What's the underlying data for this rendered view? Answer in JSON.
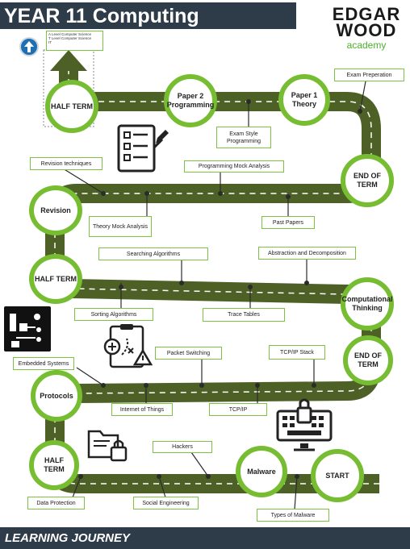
{
  "header": {
    "title": "YEAR 11 Computing"
  },
  "logo": {
    "line1": "EDGAR",
    "line2": "WOOD",
    "line3": "academy"
  },
  "subjects_box": {
    "lines": [
      "A Level Computer Science",
      "T Level Computer Science",
      "IT"
    ]
  },
  "footer": {
    "title": "LEARNING JOURNEY"
  },
  "milestones": {
    "half_term_top": "HALF TERM",
    "paper2": "Paper 2 Programming",
    "paper1": "Paper 1 Theory",
    "end_of_term_1": "END OF TERM",
    "revision": "Revision",
    "half_term_mid": "HALF TERM",
    "computational_thinking": "Computational Thinking",
    "end_of_term_2": "END OF TERM",
    "protocols": "Protocols",
    "half_term_bottom": "HALF TERM",
    "malware": "Malware",
    "start": "START"
  },
  "topics": {
    "exam_preparation": "Exam Preperation",
    "exam_style_programming": "Exam Style Programming",
    "revision_techniques": "Revision techniques",
    "programming_mock_analysis": "Programming Mock Analysis",
    "theory_mock_analysis": "Theory Mock Analysis",
    "past_papers": "Past Papers",
    "searching_algorithms": "Searching Algorithms",
    "abstraction_decomposition": "Abstraction and Decomposition",
    "sorting_algorithms": "Sorting Algorithms",
    "trace_tables": "Trace Tables",
    "packet_switching": "Packet Switching",
    "tcpip_stack": "TCP/IP Stack",
    "embedded_systems": "Embedded Systems",
    "internet_of_things": "Internet of Things",
    "tcpip": "TCP/IP",
    "hackers": "Hackers",
    "data_protection": "Data Protection",
    "social_engineering": "Social Engineering",
    "types_of_malware": "Types of Malware"
  },
  "colors": {
    "road": "#4d6127",
    "ring": "#77bd32",
    "bar": "#2e3b49",
    "accent_blue": "#1f6fb2"
  },
  "icons": [
    "up-arrow-icon",
    "checklist-icon",
    "circuit-board-icon",
    "clipboard-plan-icon",
    "locked-folder-icon",
    "keyboard-padlock-icon"
  ]
}
